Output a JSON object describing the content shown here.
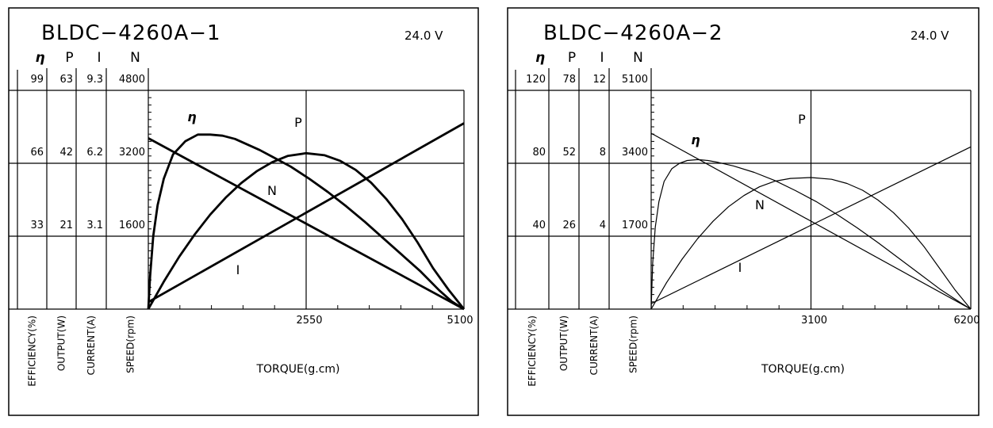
{
  "chart_data": [
    {
      "type": "line",
      "title": "BLDC−4260A−1",
      "voltage": "24.0 V",
      "xlabel": "TORQUE(g.cm)",
      "x_ticks": [
        "2550",
        "5100"
      ],
      "xlim": [
        0,
        5100
      ],
      "scale_headers": [
        "η",
        "P",
        "I",
        "N"
      ],
      "scale_rows": [
        [
          "99",
          "63",
          "9.3",
          "4800"
        ],
        [
          "66",
          "42",
          "6.2",
          "3200"
        ],
        [
          "33",
          "21",
          "3.1",
          "1600"
        ]
      ],
      "axis_labels": [
        "EFFICIENCY(%)",
        "OUTPUT(W)",
        "CURRENT(A)",
        "SPEED(rpm)"
      ],
      "series": [
        {
          "name": "η",
          "scale_max": 99,
          "x": [
            0,
            30,
            80,
            150,
            250,
            400,
            600,
            800,
            1000,
            1200,
            1400,
            1600,
            1800,
            2000,
            2300,
            2600,
            2900,
            3200,
            3500,
            3800,
            4100,
            4400,
            4700,
            4900,
            5100
          ],
          "values": [
            0,
            15,
            33,
            47,
            59,
            70,
            76,
            79,
            79,
            78.5,
            77,
            74.5,
            72,
            69,
            64.5,
            59,
            53,
            46.5,
            39.5,
            32,
            24.5,
            17,
            8.5,
            3.5,
            0
          ]
        },
        {
          "name": "P",
          "scale_max": 63,
          "x": [
            0,
            250,
            500,
            750,
            1000,
            1250,
            1500,
            1750,
            2000,
            2250,
            2550,
            2850,
            3100,
            3350,
            3600,
            3850,
            4100,
            4350,
            4600,
            4850,
            5100
          ],
          "values": [
            0,
            7.9,
            15.1,
            21.5,
            27.2,
            32.1,
            36.3,
            39.7,
            42.3,
            44.1,
            44.9,
            44.3,
            42.7,
            40.1,
            36.4,
            31.6,
            25.9,
            19.2,
            11.8,
            5.6,
            0
          ]
        },
        {
          "name": "N",
          "scale_max": 4800,
          "x": [
            0,
            5100
          ],
          "values": [
            3750,
            0
          ]
        },
        {
          "name": "I",
          "scale_max": 9.3,
          "x": [
            0,
            5100
          ],
          "values": [
            0.3,
            7.9
          ]
        }
      ]
    },
    {
      "type": "line",
      "title": "BLDC−4260A−2",
      "voltage": "24.0 V",
      "xlabel": "TORQUE(g.cm)",
      "x_ticks": [
        "3100",
        "6200"
      ],
      "xlim": [
        0,
        6200
      ],
      "scale_headers": [
        "η",
        "P",
        "I",
        "N"
      ],
      "scale_rows": [
        [
          "120",
          "78",
          "12",
          "5100"
        ],
        [
          "80",
          "52",
          "8",
          "3400"
        ],
        [
          "40",
          "26",
          "4",
          "1700"
        ]
      ],
      "axis_labels": [
        "EFFICIENCY(%)",
        "OUTPUT(W)",
        "CURRENT(A)",
        "SPEED(rpm)"
      ],
      "series": [
        {
          "name": "η",
          "scale_max": 120,
          "x": [
            0,
            30,
            80,
            150,
            250,
            400,
            550,
            700,
            900,
            1100,
            1300,
            1600,
            2000,
            2400,
            2800,
            3200,
            3600,
            4000,
            4400,
            4800,
            5200,
            5600,
            6000,
            6200
          ],
          "values": [
            0,
            25,
            45,
            59,
            70,
            77,
            80,
            81.5,
            82,
            81.5,
            80.5,
            78.5,
            75,
            70.5,
            65,
            59,
            52,
            44.5,
            36.5,
            28,
            19.5,
            11,
            3.5,
            0
          ]
        },
        {
          "name": "P",
          "scale_max": 78,
          "x": [
            0,
            300,
            600,
            900,
            1200,
            1500,
            1800,
            2100,
            2400,
            2700,
            3100,
            3500,
            3800,
            4100,
            4400,
            4700,
            5000,
            5300,
            5600,
            5900,
            6200
          ],
          "values": [
            0,
            9.5,
            17.8,
            25.1,
            31.3,
            36.5,
            40.5,
            43.6,
            45.6,
            46.6,
            46.9,
            46.3,
            44.8,
            42.4,
            38.9,
            34.4,
            28.8,
            22.1,
            14.4,
            6.7,
            0
          ]
        },
        {
          "name": "N",
          "scale_max": 5100,
          "x": [
            0,
            6200
          ],
          "values": [
            4100,
            0
          ]
        },
        {
          "name": "I",
          "scale_max": 12,
          "x": [
            0,
            6200
          ],
          "values": [
            0.3,
            8.9
          ]
        }
      ]
    }
  ]
}
